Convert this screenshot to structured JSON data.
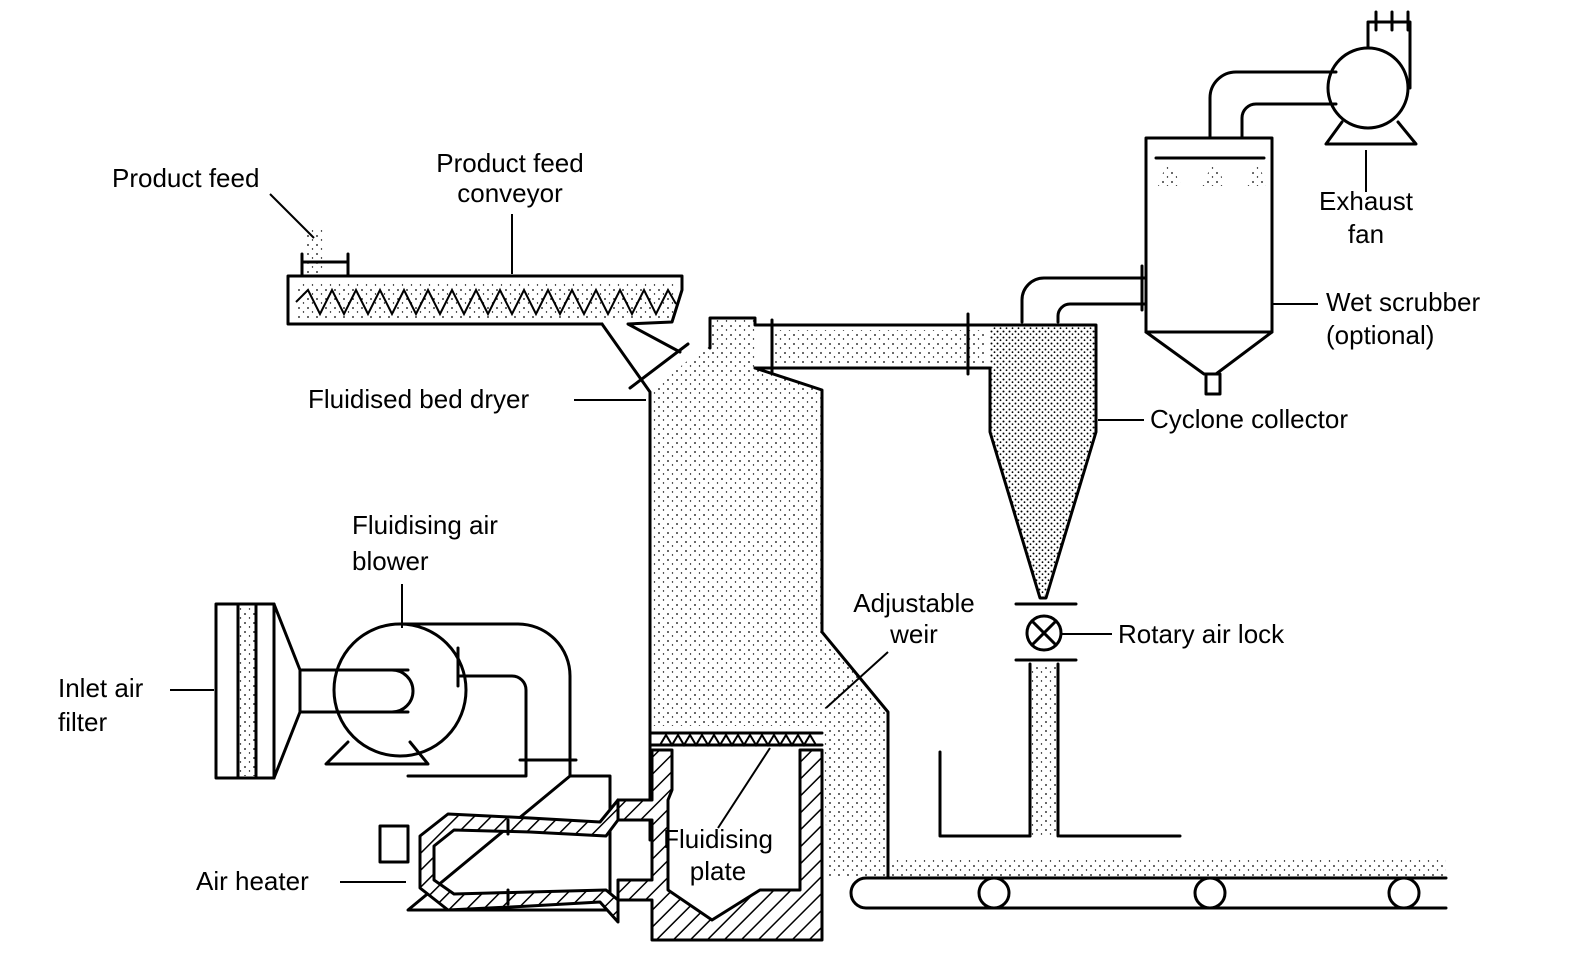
{
  "labels": {
    "product_feed": "Product feed",
    "conveyor_line1": "Product feed",
    "conveyor_line2": "conveyor",
    "fluidised_bed_dryer": "Fluidised bed dryer",
    "exhaust_line1": "Exhaust",
    "exhaust_line2": "fan",
    "scrubber_line1": "Wet scrubber",
    "scrubber_line2": "(optional)",
    "cyclone_collector": "Cyclone collector",
    "blower_line1": "Fluidising air",
    "blower_line2": "blower",
    "weir_line1": "Adjustable",
    "weir_line2": "weir",
    "rotary_air_lock": "Rotary air lock",
    "inlet_line1": "Inlet air",
    "inlet_line2": "filter",
    "plate_line1": "Fluidising",
    "plate_line2": "plate",
    "air_heater": "Air heater"
  }
}
